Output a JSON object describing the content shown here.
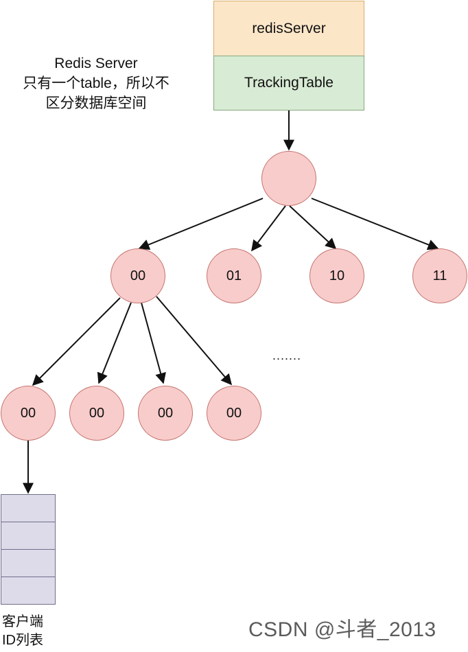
{
  "server_box": {
    "top_label": "redisServer",
    "bottom_label": "TrackingTable"
  },
  "note": {
    "line1": "Redis Server",
    "line2": "只有一个table，所以不",
    "line3": "区分数据库空间"
  },
  "root_node": {
    "label": ""
  },
  "level1_nodes": [
    "00",
    "01",
    "10",
    "11"
  ],
  "level2_nodes": [
    "00",
    "00",
    "00",
    "00"
  ],
  "ellipsis": ".......",
  "client_list": {
    "cells": 4,
    "label_line1": "客户端",
    "label_line2": "ID列表"
  },
  "watermark": "CSDN @斗者_2013",
  "colors": {
    "server_fill": "#fce6c8",
    "tracking_fill": "#d8ebd4",
    "node_fill": "#f8cccb",
    "node_stroke": "#c4756f",
    "list_fill": "#dddaea"
  }
}
